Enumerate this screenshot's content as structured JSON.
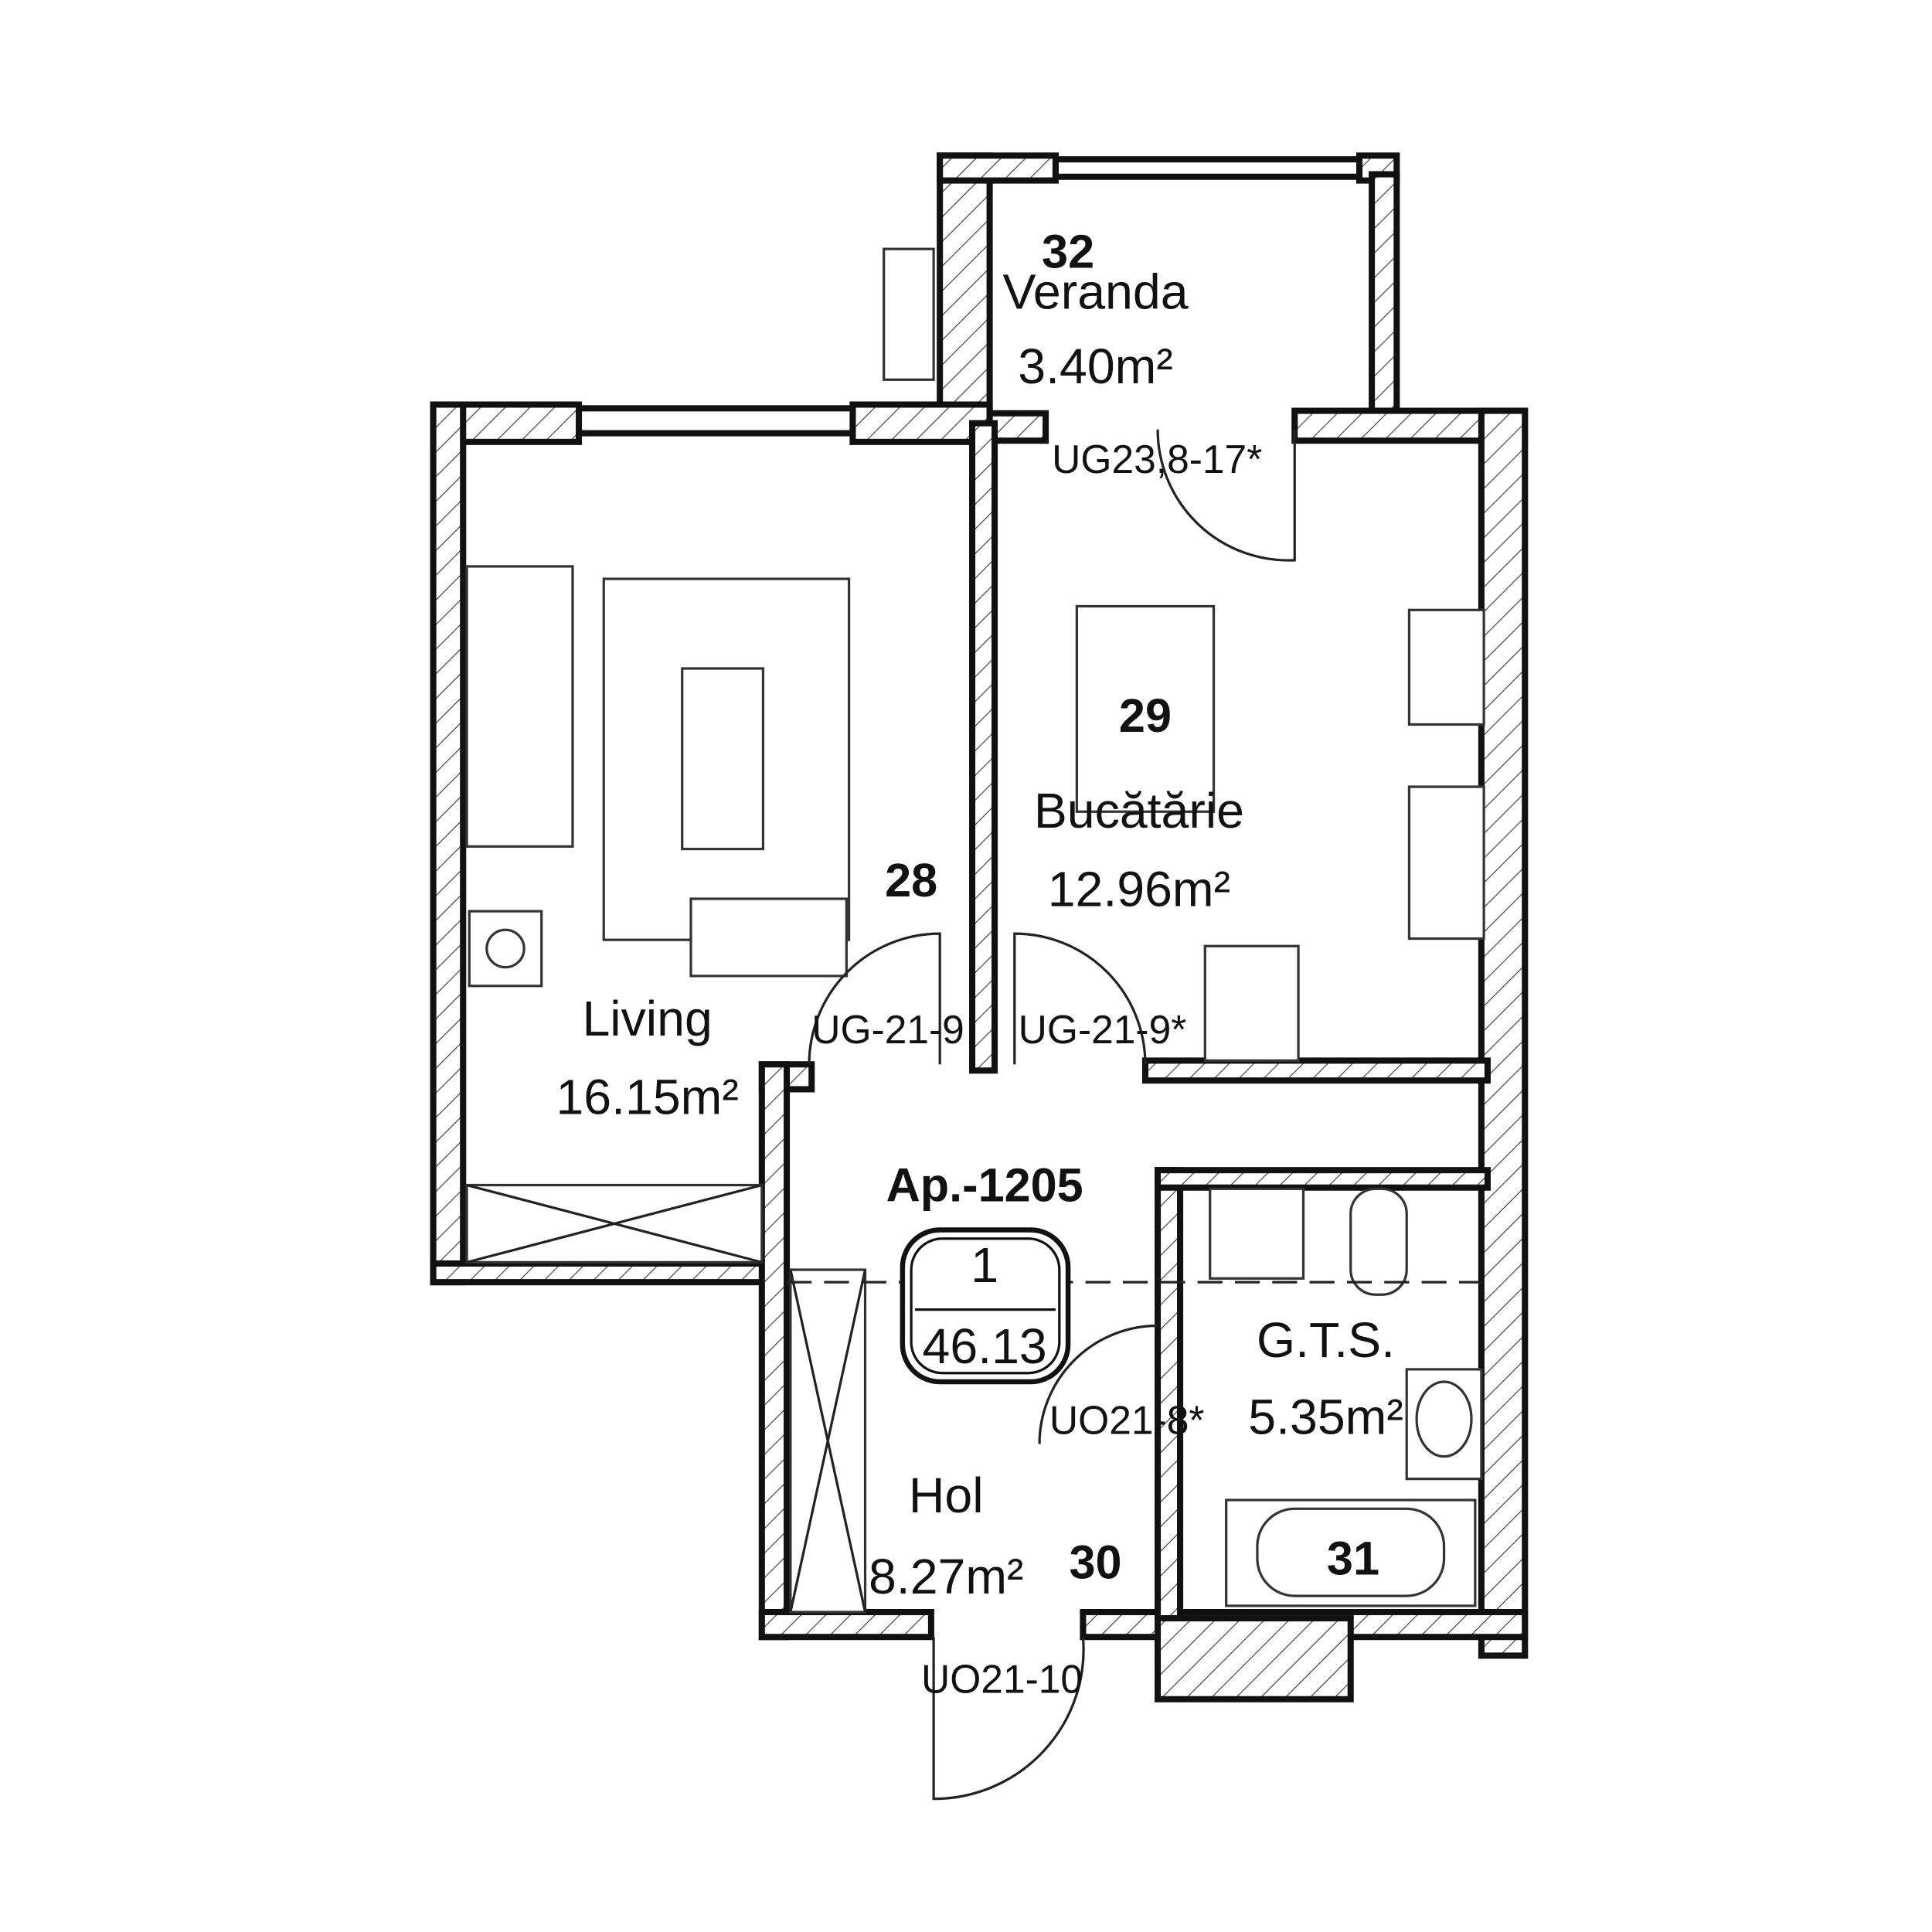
{
  "apartment": {
    "name": "Ap.-1205",
    "number": "1",
    "total_area": "46.13"
  },
  "rooms": [
    {
      "number": "32",
      "name": "Veranda",
      "area": "3.40m²"
    },
    {
      "number": "28",
      "name": "Living",
      "area": "16.15m²"
    },
    {
      "number": "29",
      "name": "Bucătărie",
      "area": "12.96m²"
    },
    {
      "number": "30",
      "name": "Hol",
      "area": "8.27m²"
    },
    {
      "number": "31",
      "name": "G.T.S.",
      "area": "5.35m²"
    }
  ],
  "doors": [
    "UG23,8-17*",
    "UG-21-9",
    "UG-21-9*",
    "UO21-8*",
    "UO21-10"
  ]
}
